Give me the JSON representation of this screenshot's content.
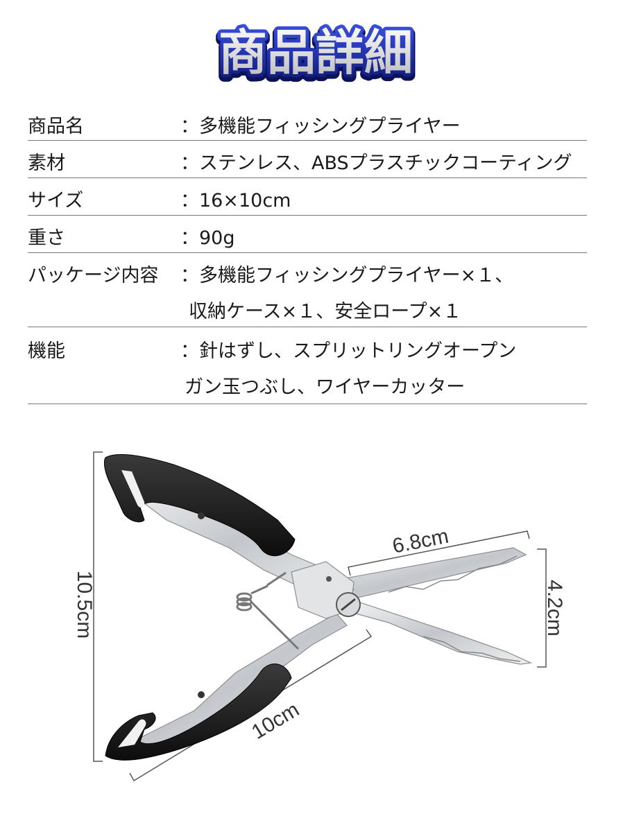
{
  "header": {
    "title": "商品詳細"
  },
  "specs": [
    {
      "label": "商品名",
      "value": "：多機能フィッシングプライヤー"
    },
    {
      "label": "素材",
      "value": "：ステンレス、ABSプラスチックコーティング"
    },
    {
      "label": "サイズ",
      "value": "：16×10cm"
    },
    {
      "label": "重さ",
      "value": "：90g"
    },
    {
      "label": "パッケージ内容",
      "value": "：多機能フィッシングプライヤー×１、",
      "value_line2": "収納ケース×１、安全ロープ×１"
    },
    {
      "label": "機能",
      "value": "：針はずし、スプリットリングオープン",
      "value_line2": "ガン玉つぶし、ワイヤーカッター"
    }
  ],
  "dimensions": {
    "height": "10.5cm",
    "length": "10cm",
    "jaw_length": "6.8cm",
    "jaw_width": "4.2cm"
  },
  "colors": {
    "title_fill": "#2433b5",
    "handle": "#161616",
    "steel": "#d4d7da"
  }
}
